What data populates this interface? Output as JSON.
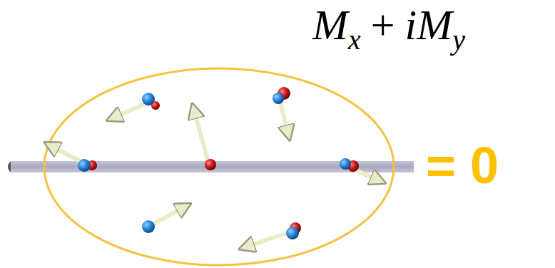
{
  "diagram": {
    "labels": [
      "M",
      "x",
      "+",
      "iM",
      "y",
      "= 0"
    ]
  }
}
